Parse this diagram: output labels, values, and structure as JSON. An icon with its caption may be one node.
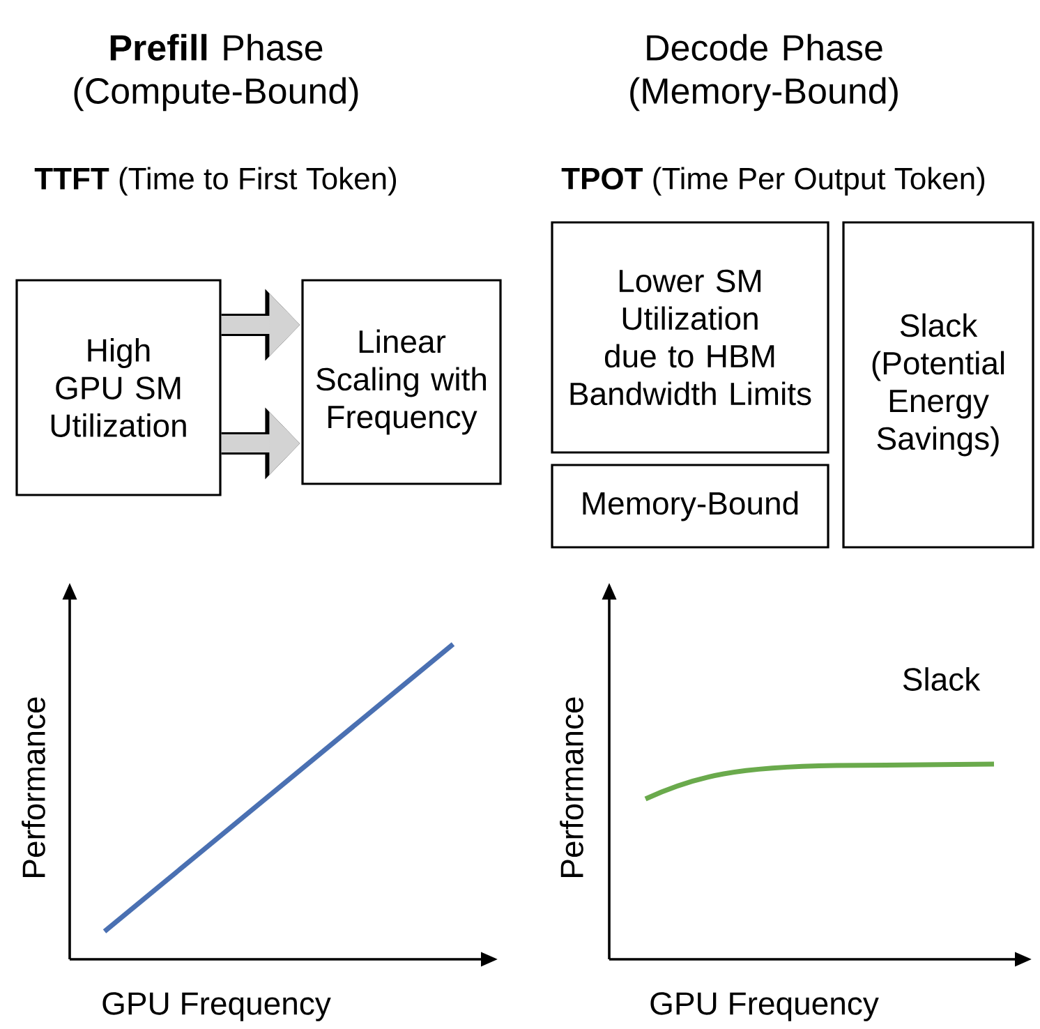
{
  "diagram": {
    "nodes": [
      {
        "text": [
          "High GPU SM Utilization"
        ]
      },
      {
        "text": [
          "Linear Scaling with Frequency"
        ]
      },
      {
        "text": [
          "Lower SM Utilization due to HBM Bandwidth Limits"
        ]
      },
      {
        "text": [
          "Memory-Bound"
        ]
      },
      {
        "text": [
          "Slack (Potential Energy Savings)"
        ]
      }
    ],
    "edges": [
      {
        "from": 0,
        "to": 1,
        "arrow": "to"
      },
      {
        "from": 0,
        "to": 1,
        "arrow": "to"
      }
    ],
    "labels": [
      "**Prefill** Phase (Compute-Bound)",
      "Decode Phase (Memory-Bound)",
      "**TTFT** (Time to First Token)",
      "**TPOT** (Time Per Output Token)",
      "Performance",
      "Slack",
      "Performance",
      "GPU Frequency",
      "GPU Frequency"
    ]
  }
}
